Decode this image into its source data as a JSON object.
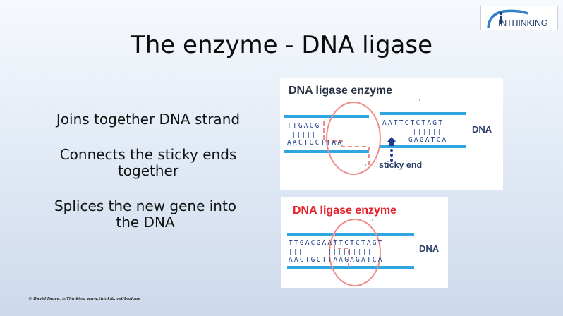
{
  "logo": {
    "text": "INTHINKING",
    "icon": "person-figure-logo-icon"
  },
  "slide": {
    "title": "The enzyme - DNA ligase",
    "bullets": [
      {
        "text": "Joins together DNA strand"
      },
      {
        "line1": "Connects the sticky ends",
        "line2": "together"
      },
      {
        "line1": "Splices the new gene into",
        "line2": "the DNA"
      }
    ],
    "copyright": "© David Faure, InThinking www.thinkib.net/biology"
  },
  "diagram1": {
    "title": "DNA ligase enzyme",
    "title_color": "#2b3446",
    "left_top": "TTGACG",
    "left_ticks": "||||||",
    "left_bottom": "AACTGCTTAA",
    "right_top": "AATTCTCTAGT",
    "right_ticks": "||||||",
    "right_bottom": "GAGATCA",
    "dna_label": "DNA",
    "sticky_label": "sticky end",
    "mark": "'",
    "arrow_icon": "up-arrow-icon"
  },
  "diagram2": {
    "title": "DNA ligase enzyme",
    "title_color": "#e8202a",
    "top": "TTGACGAATTCTCTAGT",
    "ticks": "|||||||||||||||||",
    "bottom": "AACTGCTTAAGAGATCA",
    "dna_label": "DNA",
    "mark": "'"
  },
  "colors": {
    "strand": "#2fa6df",
    "circle": "#f08c8c",
    "sequence": "#1d3e8c"
  }
}
